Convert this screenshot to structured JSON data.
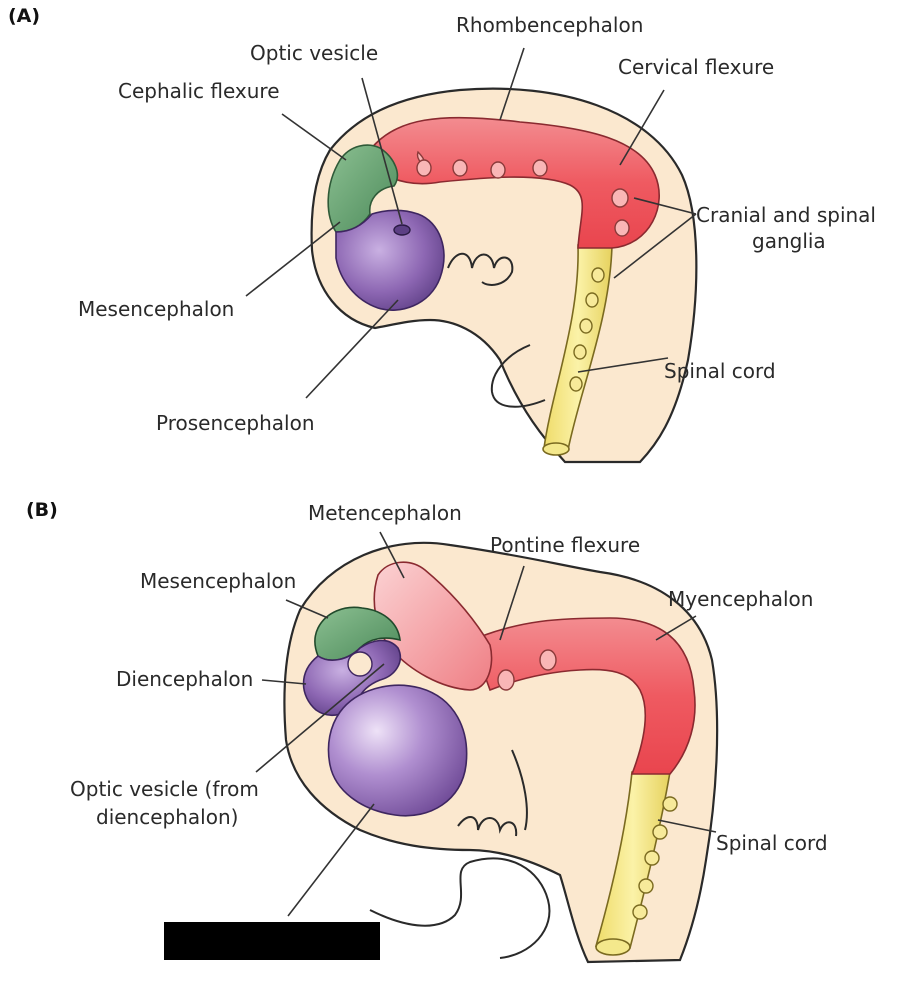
{
  "panelA": {
    "tag": "(A)",
    "rhombencephalon": "Rhombencephalon",
    "optic_vesicle": "Optic vesicle",
    "cervical_flexure": "Cervical flexure",
    "cephalic_flexure": "Cephalic flexure",
    "cranial_spinal_ganglia_1": "Cranial and spinal",
    "cranial_spinal_ganglia_2": "ganglia",
    "mesencephalon": "Mesencephalon",
    "spinal_cord": "Spinal cord",
    "prosencephalon": "Prosencephalon"
  },
  "panelB": {
    "tag": "(B)",
    "metencephalon": "Metencephalon",
    "pontine_flexure": "Pontine flexure",
    "mesencephalon": "Mesencephalon",
    "myencephalon": "Myencephalon",
    "diencephalon": "Diencephalon",
    "optic_vesicle_1": "Optic vesicle (from",
    "optic_vesicle_2": "diencephalon)",
    "spinal_cord": "Spinal cord"
  },
  "colors": {
    "prosencephalon": "#8a64b0",
    "mesencephalon_a": "#5e9a6a",
    "mesencephalon_b": "#3f7d4d",
    "rhombencephalon": "#ef5b62",
    "metencephalon": "#f6a8ac",
    "spinal_cord": "#f1e27a",
    "skin": "#fbe8cf"
  }
}
